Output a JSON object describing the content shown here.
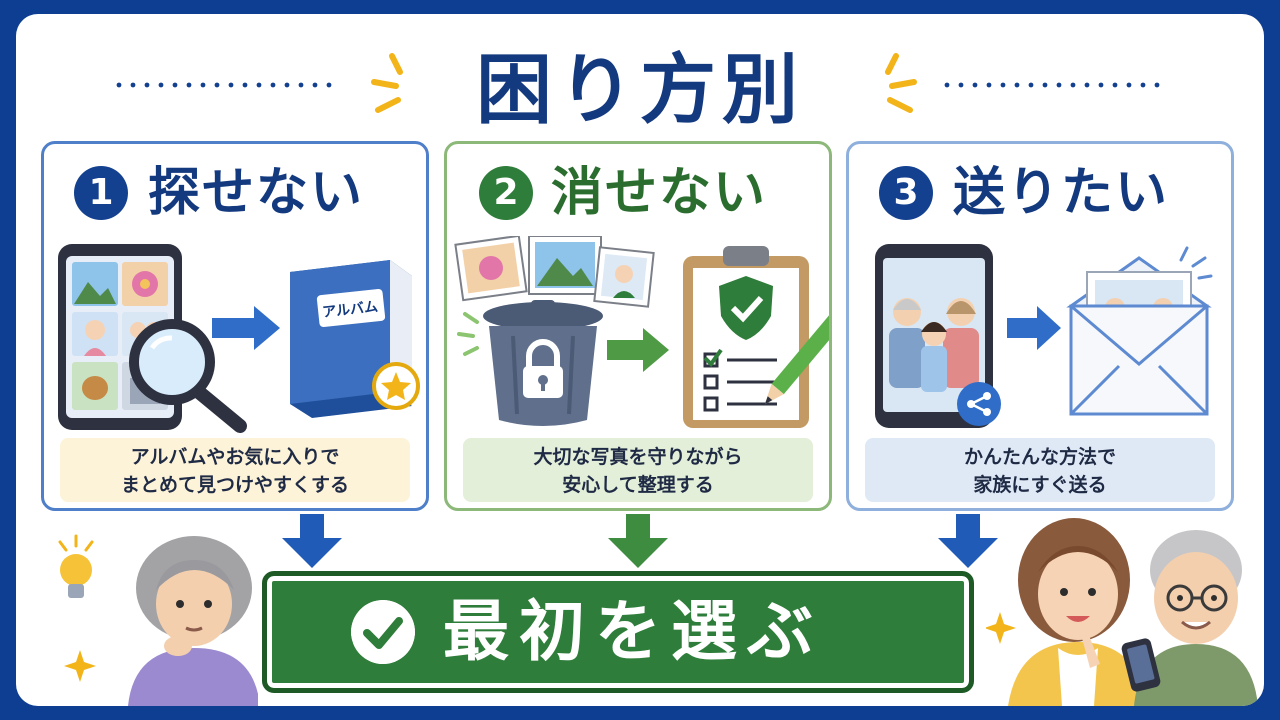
{
  "title": "困り方別",
  "panels": [
    {
      "number": "1",
      "title": "探せない",
      "image_text": "アルバム",
      "desc_lines": [
        "アルバムやお気に入りで",
        "まとめて見つけやすくする"
      ]
    },
    {
      "number": "2",
      "title": "消せない",
      "desc_lines": [
        "大切な写真を守りながら",
        "安心して整理する"
      ]
    },
    {
      "number": "3",
      "title": "送りたい",
      "desc_lines": [
        "かんたんな方法で",
        "家族にすぐ送る"
      ]
    }
  ],
  "cta": {
    "label": "最初を選ぶ"
  },
  "colors": {
    "navy": "#13397f",
    "green": "#2f7d3a",
    "background": "#0e3e91"
  },
  "icons": [
    "search-icon",
    "star-icon",
    "lock-icon",
    "shield-check-icon",
    "share-icon",
    "check-icon",
    "lightbulb-icon",
    "sparkle-icon"
  ]
}
